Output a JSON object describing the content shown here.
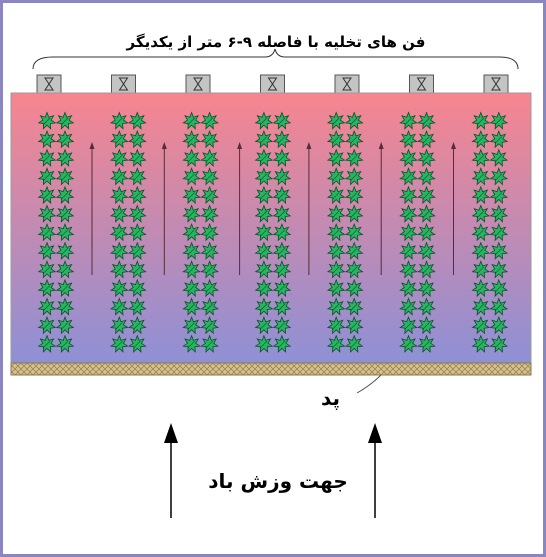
{
  "labels": {
    "fan_caption": "فن های تخلیه با فاصله ۹-۶ متر از یکدیگر",
    "pad": "پد",
    "wind_direction": "جهت وزش باد"
  },
  "greenhouse": {
    "fan_count": 7,
    "plant_columns": 7,
    "plants_per_column": 13,
    "plants_per_row_pair": 2
  },
  "colors": {
    "frame_border": "#8a86c4",
    "gradient_top": "#f7858f",
    "gradient_bottom": "#8e90d6",
    "pad_fill": "#d7c28f",
    "fan_fill": "#c4c4c4",
    "plant_fill": "#27b463",
    "plant_stroke": "#0c4f27"
  },
  "icons": {
    "fan": "exhaust-fan-icon",
    "plant": "plant-icon",
    "arrow": "airflow-arrow-icon"
  }
}
